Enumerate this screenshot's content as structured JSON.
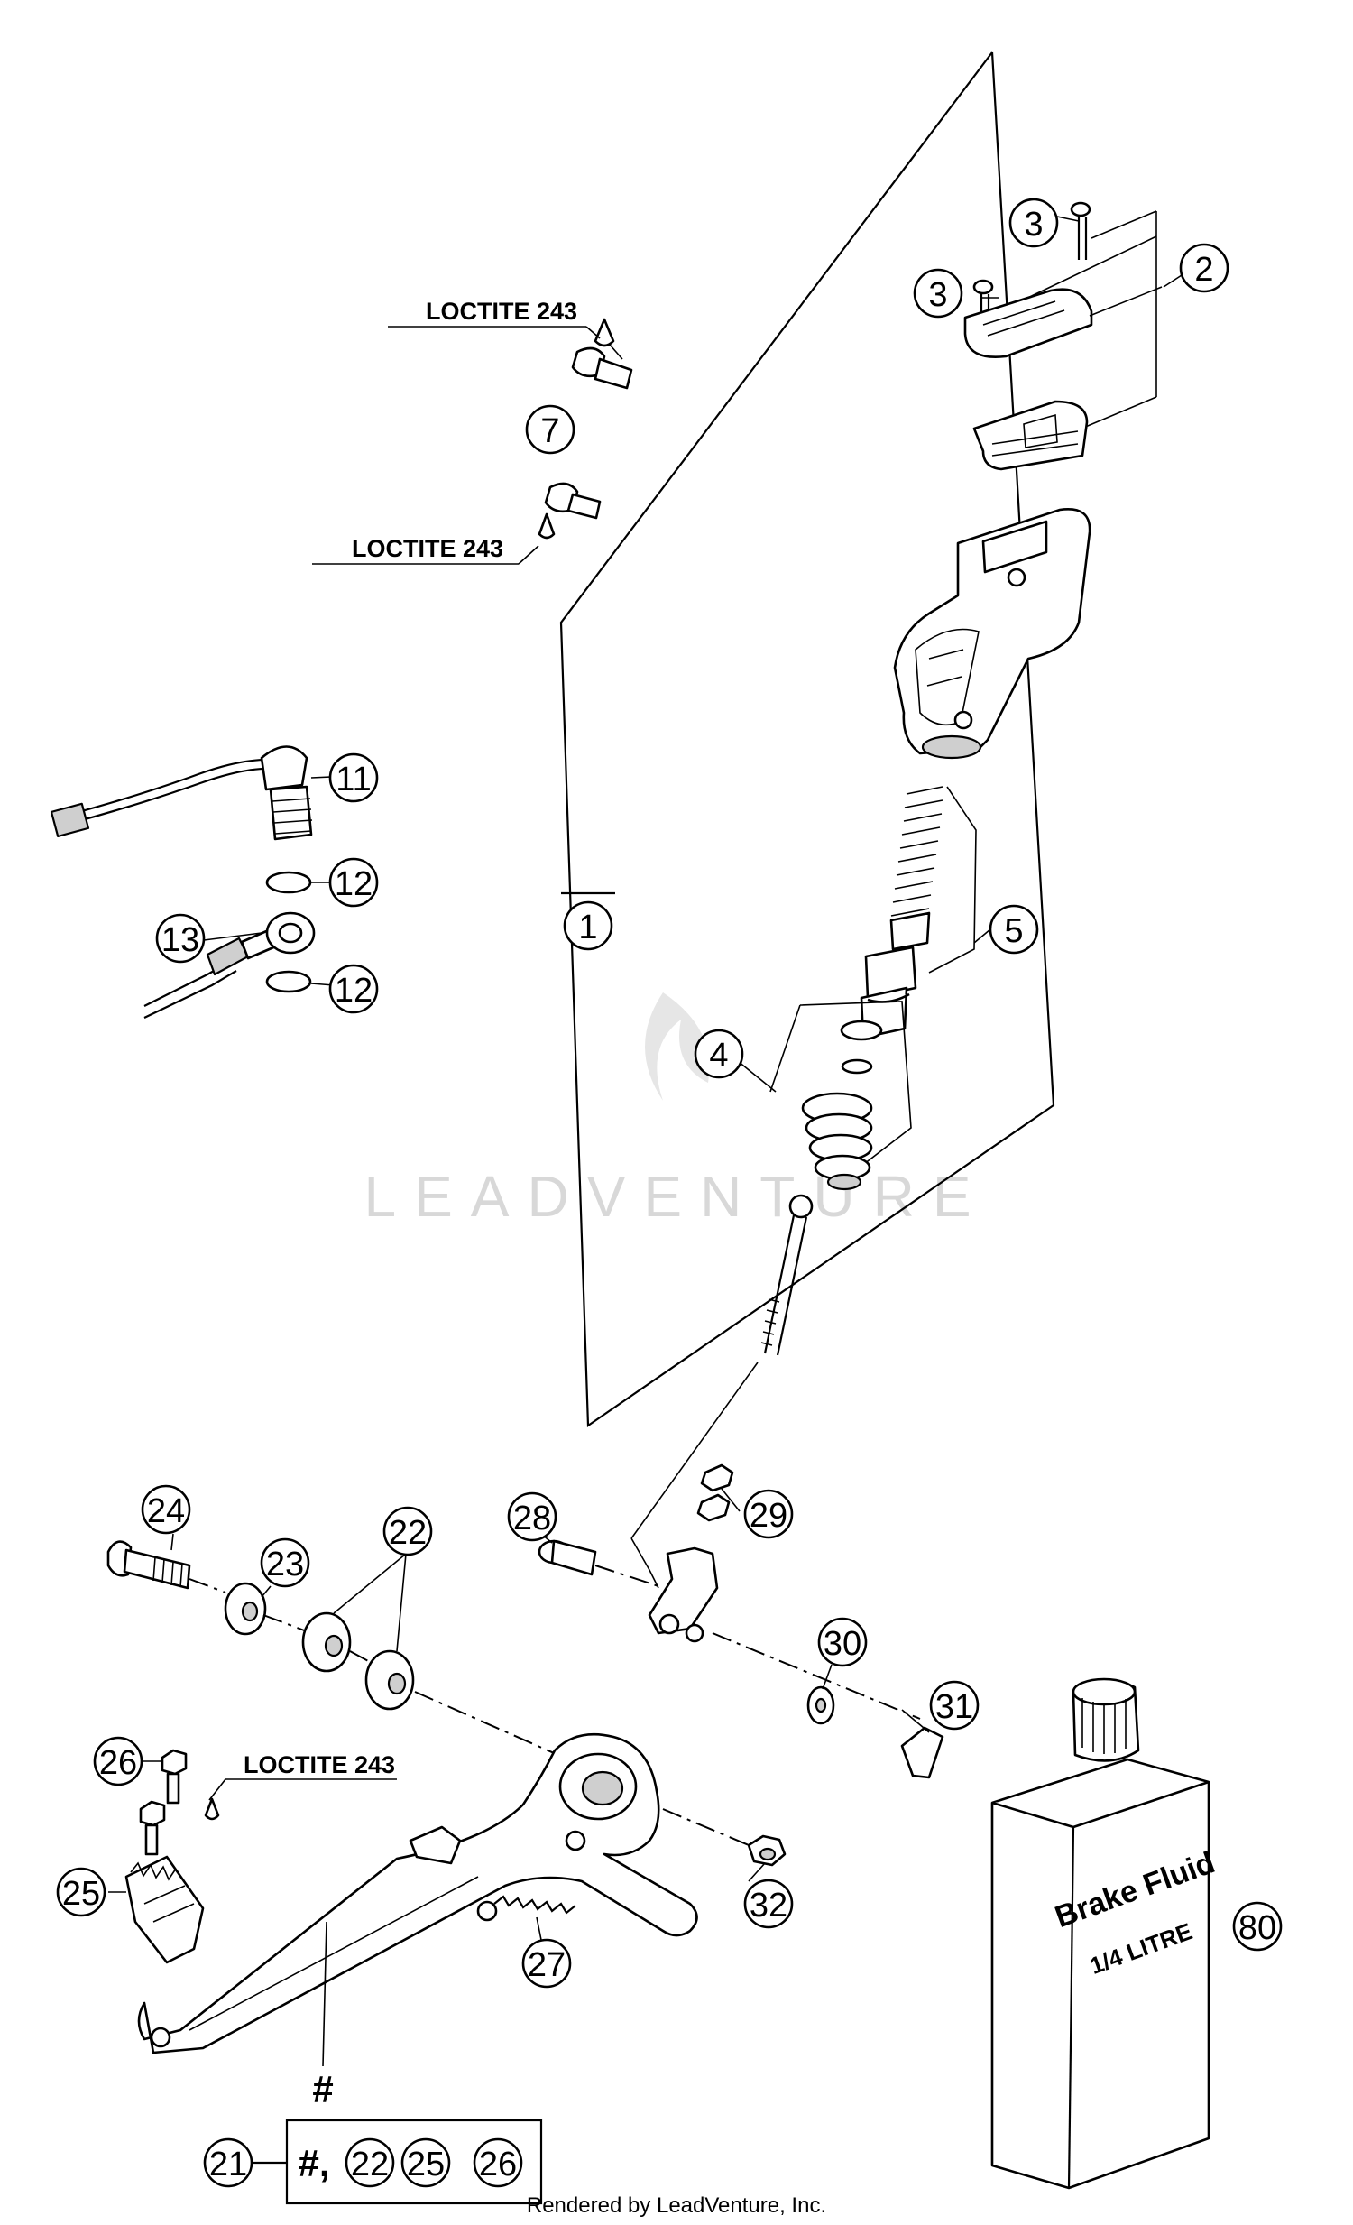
{
  "callouts": {
    "c1": "1",
    "c2": "2",
    "c3a": "3",
    "c3b": "3",
    "c4": "4",
    "c5": "5",
    "c7": "7",
    "c11": "11",
    "c12a": "12",
    "c12b": "12",
    "c13": "13",
    "c21": "21",
    "c22a": "22",
    "c22b": "22",
    "c23": "23",
    "c24": "24",
    "c25a": "25",
    "c25b": "25",
    "c26a": "26",
    "c26b": "26",
    "c27": "27",
    "c28": "28",
    "c29": "29",
    "c30": "30",
    "c31": "31",
    "c32": "32",
    "c80": "80"
  },
  "notes": {
    "loctite_top": "LOCTITE 243",
    "loctite_mid": "LOCTITE 243",
    "loctite_bottom": "LOCTITE 243"
  },
  "kit": {
    "hash_label": "#",
    "hash_prefix": "#,"
  },
  "bottle": {
    "line1": "Brake Fluid",
    "line2": "1/4 LITRE"
  },
  "watermark": "LEADVENTURE",
  "footer": "Rendered by LeadVenture, Inc."
}
